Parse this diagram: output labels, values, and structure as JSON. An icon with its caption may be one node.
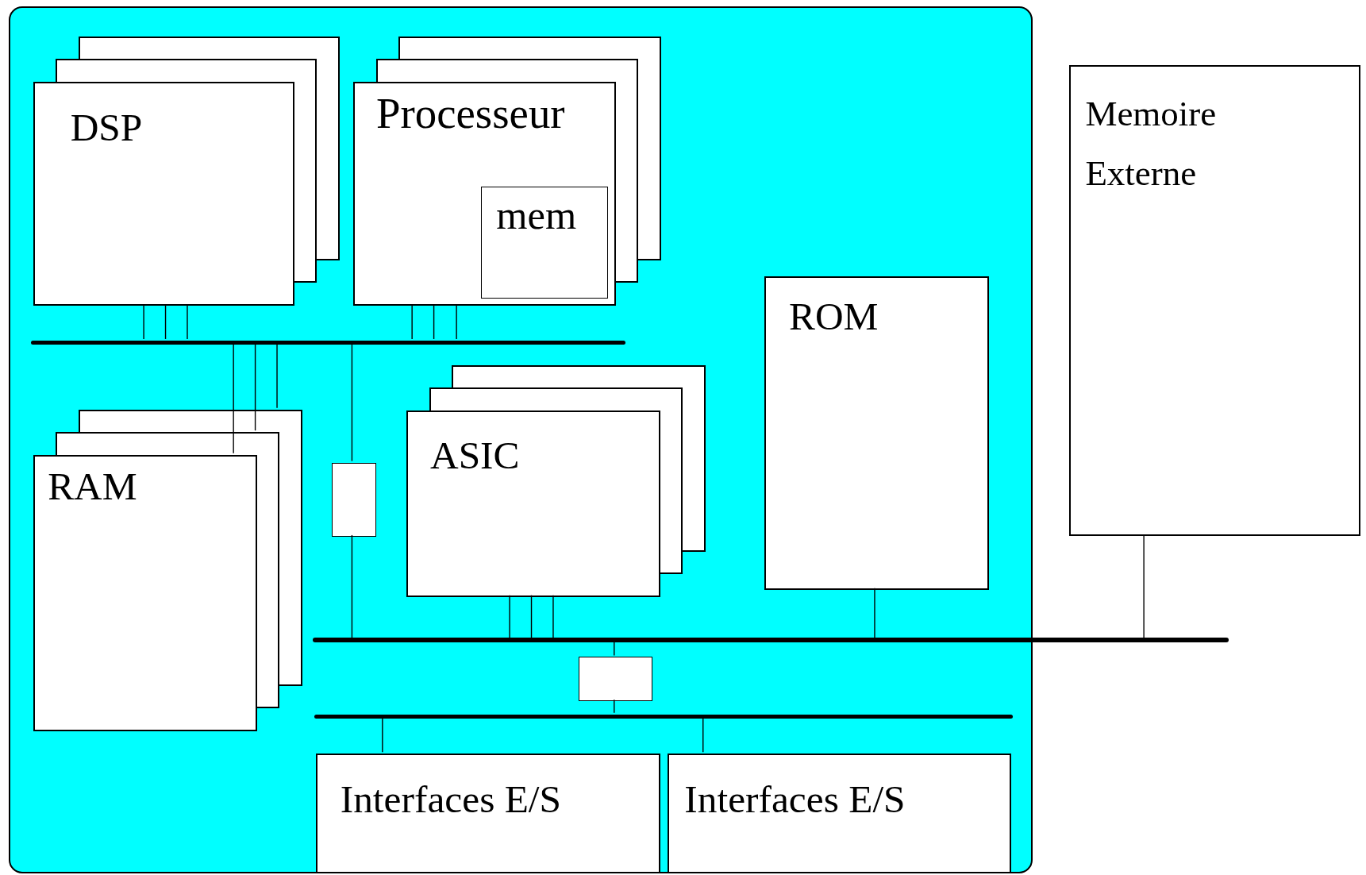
{
  "diagram": {
    "nodes": [
      {
        "text": [],
        "shape": "box"
      },
      {
        "text": [
          "DSP"
        ],
        "in": 0
      },
      {
        "text": [
          "Processeur"
        ],
        "in": 0
      },
      {
        "text": [
          "mem"
        ],
        "in": 2
      },
      {
        "text": [],
        "shape": "bar",
        "in": 0
      },
      {
        "text": [
          "RAM"
        ],
        "in": 0
      },
      {
        "text": [],
        "shape": "box",
        "in": 0
      },
      {
        "text": [
          "ASIC"
        ],
        "in": 0
      },
      {
        "text": [
          "ROM"
        ],
        "in": 0
      },
      {
        "text": [
          "Memoire Externe"
        ]
      },
      {
        "text": [],
        "shape": "bar"
      },
      {
        "text": [],
        "shape": "box",
        "in": 0
      },
      {
        "text": [],
        "shape": "bar",
        "in": 0
      },
      {
        "text": [
          "Interfaces E/S"
        ],
        "in": 0
      },
      {
        "text": [
          "Interfaces E/S"
        ],
        "in": 0
      }
    ],
    "edges": [
      {
        "from": 1,
        "to": 4,
        "arrow": "none"
      },
      {
        "from": 1,
        "to": 4,
        "arrow": "none"
      },
      {
        "from": 1,
        "to": 4,
        "arrow": "none"
      },
      {
        "from": 2,
        "to": 4,
        "arrow": "none"
      },
      {
        "from": 2,
        "to": 4,
        "arrow": "none"
      },
      {
        "from": 2,
        "to": 4,
        "arrow": "none"
      },
      {
        "from": 4,
        "to": 5,
        "arrow": "none"
      },
      {
        "from": 4,
        "to": 5,
        "arrow": "none"
      },
      {
        "from": 4,
        "to": 5,
        "arrow": "none"
      },
      {
        "from": 4,
        "to": 6,
        "arrow": "none"
      },
      {
        "from": 6,
        "to": 10,
        "arrow": "none"
      },
      {
        "from": 7,
        "to": 10,
        "arrow": "none"
      },
      {
        "from": 7,
        "to": 10,
        "arrow": "none"
      },
      {
        "from": 7,
        "to": 10,
        "arrow": "none"
      },
      {
        "from": 8,
        "to": 10,
        "arrow": "none"
      },
      {
        "from": 9,
        "to": 10,
        "arrow": "none"
      },
      {
        "from": 10,
        "to": 11,
        "arrow": "none"
      },
      {
        "from": 11,
        "to": 12,
        "arrow": "none"
      },
      {
        "from": 12,
        "to": 13,
        "arrow": "none"
      },
      {
        "from": 12,
        "to": 14,
        "arrow": "none"
      }
    ]
  }
}
